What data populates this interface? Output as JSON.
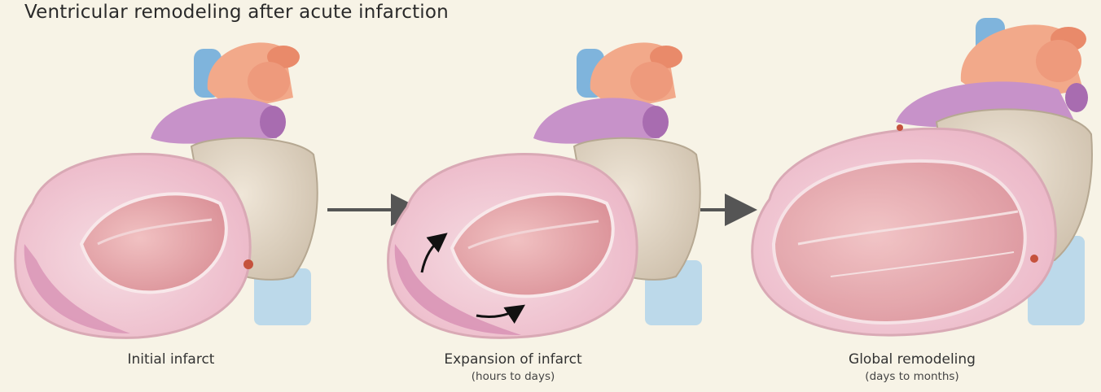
{
  "figure": {
    "title": "Ventricular remodeling after acute infarction",
    "panels": [
      {
        "label": "Initial infarct",
        "sublabel": ""
      },
      {
        "label": "Expansion of infarct",
        "sublabel": "(hours to days)"
      },
      {
        "label": "Global remodeling",
        "sublabel": "(days to months)"
      }
    ]
  },
  "colors": {
    "background": "#f7f3e6",
    "aorta": "#f2a98a",
    "vena_cava": "#7fb4dc",
    "pulmonary_artery": "#c792c9",
    "myocardium": "#f2c9d3",
    "infarct": "#d78fb3",
    "cavity": "#e8a5a8",
    "atrium": "#e6dccb",
    "arrow": "#555555"
  },
  "icons": {
    "transition_arrow": "right-arrow-icon",
    "expansion_arrow": "curved-arrow-icon"
  }
}
